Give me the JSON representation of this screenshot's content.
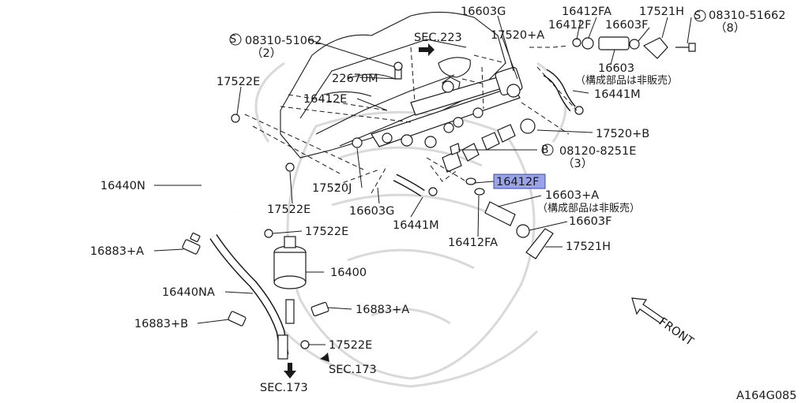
{
  "diagram_id": "A164G085",
  "colors": {
    "highlight": "#9aa3e8",
    "line": "#1a1a1a",
    "watermark": "#d9d9d9"
  },
  "labels": {
    "p16603G_top": "16603G",
    "p16412FA_top": "16412FA",
    "p16412F_top": "16412F",
    "p17521H_top": "17521H",
    "p16603F_top": "16603F",
    "p17520A": "17520+A",
    "p16603": "16603",
    "note_top": "（構成部品は非販売）",
    "bolt_top_ref": "08310-51662",
    "bolt_top_qty": "（8）",
    "bolt_left_ref": "08310-51062",
    "bolt_left_qty": "（2）",
    "sec223": "SEC.223",
    "p22670M": "22670M",
    "p17522E_top": "17522E",
    "p16412E": "16412E",
    "p16441M_right": "16441M",
    "p17520B": "17520+B",
    "bolt_mid_ref": "08120-8251E",
    "bolt_mid_qty": "（3）",
    "p16412F_hl": "16412F",
    "p16440N": "16440N",
    "p17520J": "17520J",
    "p17522E_mid": "17522E",
    "p16603G_mid": "16603G",
    "p16603A": "16603+A",
    "note_mid": "（構成部品は非販売）",
    "p16441M_mid": "16441M",
    "p16603F_mid": "16603F",
    "p17522E_low": "17522E",
    "p16412FA_mid": "16412FA",
    "p17521H_mid": "17521H",
    "p16883A_left": "16883+A",
    "p16400": "16400",
    "p16440NA": "16440NA",
    "p16883A_right": "16883+A",
    "p16883B": "16883+B",
    "p17522E_bot": "17522E",
    "sec173_right": "SEC.173",
    "sec173_bottom": "SEC.173",
    "front": "FRONT",
    "s_symbol": "S",
    "b_symbol": "B"
  }
}
